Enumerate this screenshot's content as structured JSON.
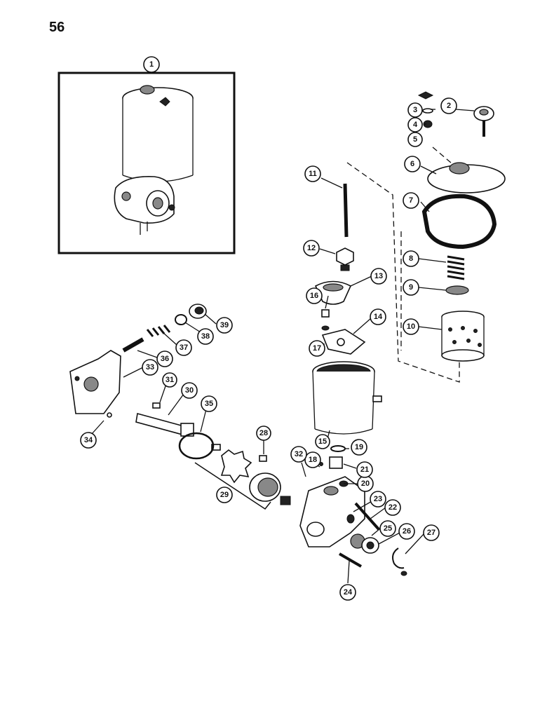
{
  "page": {
    "number": "56"
  },
  "callouts": [
    "1",
    "2",
    "3",
    "4",
    "5",
    "6",
    "7",
    "8",
    "9",
    "10",
    "11",
    "12",
    "13",
    "14",
    "15",
    "16",
    "17",
    "18",
    "19",
    "20",
    "21",
    "22",
    "23",
    "24",
    "25",
    "26",
    "27",
    "28",
    "29",
    "30",
    "31",
    "32",
    "33",
    "34",
    "35",
    "36",
    "37",
    "38",
    "39"
  ],
  "colors": {
    "ink": "#111111",
    "paper": "#ffffff"
  }
}
